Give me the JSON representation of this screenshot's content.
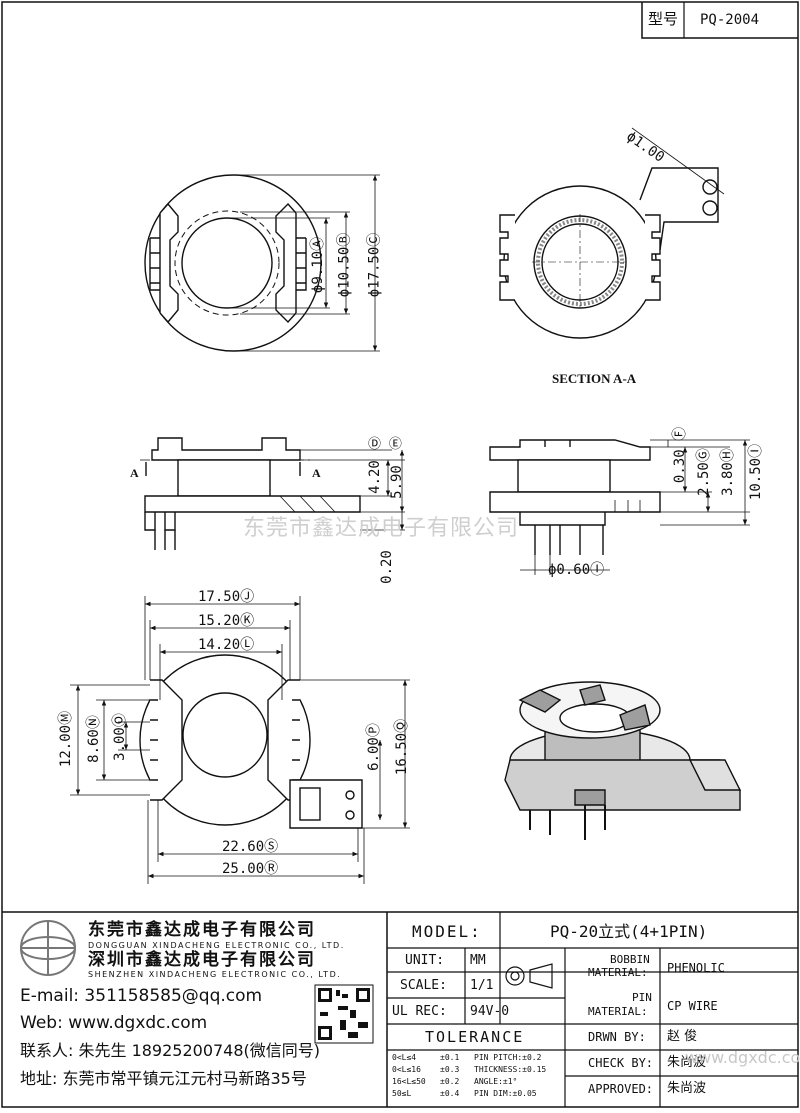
{
  "header": {
    "model_label": "型号",
    "model_value": "PQ-2004"
  },
  "dims": {
    "top": {
      "a": "ϕ9.10",
      "a_tag": "A",
      "b": "ϕ10.50",
      "b_tag": "B",
      "c": "ϕ17.50",
      "c_tag": "C"
    },
    "section": {
      "hole": "ϕ1.00",
      "label": "SECTION A-A"
    },
    "side": {
      "d_tag": "D",
      "e_tag": "E",
      "d": "4.20",
      "e": "5.90",
      "a_left": "A",
      "a_right": "A",
      "gap": "0.20"
    },
    "side2": {
      "f": "0.30",
      "f_tag": "F",
      "g": "2.50",
      "g_tag": "G",
      "h": "3.80",
      "h_tag": "H",
      "i": "10.50",
      "i_tag": "I",
      "pin": "ϕ0.60",
      "pin_tag": "I"
    },
    "bottom": {
      "j": "17.50",
      "j_tag": "J",
      "k": "15.20",
      "k_tag": "K",
      "l": "14.20",
      "l_tag": "L",
      "m": "12.00",
      "m_tag": "M",
      "n": "8.60",
      "n_tag": "N",
      "o": "3.00",
      "o_tag": "O",
      "p": "6.00",
      "p_tag": "P",
      "q": "16.50",
      "q_tag": "Q",
      "s": "22.60",
      "s_tag": "S",
      "r": "25.00",
      "r_tag": "R"
    }
  },
  "watermark": "东莞市鑫达成电子有限公司",
  "company": {
    "name1": "东莞市鑫达成电子有限公司",
    "en1": "DONGGUAN XINDACHENG ELECTRONIC CO., LTD.",
    "name2": "深圳市鑫达成电子有限公司",
    "en2": "SHENZHEN XINDACHENG ELECTRONIC CO., LTD.",
    "email": "E-mail: 351158585@qq.com",
    "web": "Web: www.dgxdc.com",
    "contact": "联系人: 朱先生 18925200748(微信同号)",
    "address": "地址: 东莞市常平镇元江元村马新路35号"
  },
  "title_block": {
    "model_label": "MODEL:",
    "model_value": "PQ-20立式(4+1PIN)",
    "unit_label": "UNIT:",
    "unit_value": "MM",
    "scale_label": "SCALE:",
    "scale_value": "1/1",
    "ulrec_label": "UL REC:",
    "ulrec_value": "94V-0",
    "tolerance_label": "TOLERANCE",
    "tol_rows": [
      {
        "range": "0<L≤4",
        "tol": "±0.1",
        "item": "PIN PITCH:±0.2"
      },
      {
        "range": "0<L≤16",
        "tol": "±0.3",
        "item": "THICKNESS:±0.15"
      },
      {
        "range": "16<L≤50",
        "tol": "±0.2",
        "item": "ANGLE:±1°"
      },
      {
        "range": "50≤L",
        "tol": "±0.4",
        "item": "PIN DIM:±0.05"
      }
    ],
    "bobbin_label_1": "BOBBIN",
    "bobbin_label_2": "MATERIAL:",
    "bobbin_value": "PHENOLIC",
    "pin_label_1": "PIN",
    "pin_label_2": "MATERIAL:",
    "pin_value": "CP WIRE",
    "drwn_label": "DRWN BY:",
    "drwn_value": "赵 俊",
    "check_label": "CHECK BY:",
    "check_value": "朱尚波",
    "approved_label": "APPROVED:",
    "approved_value": "朱尚波",
    "web_watermark": "www.dgxdc.com"
  }
}
